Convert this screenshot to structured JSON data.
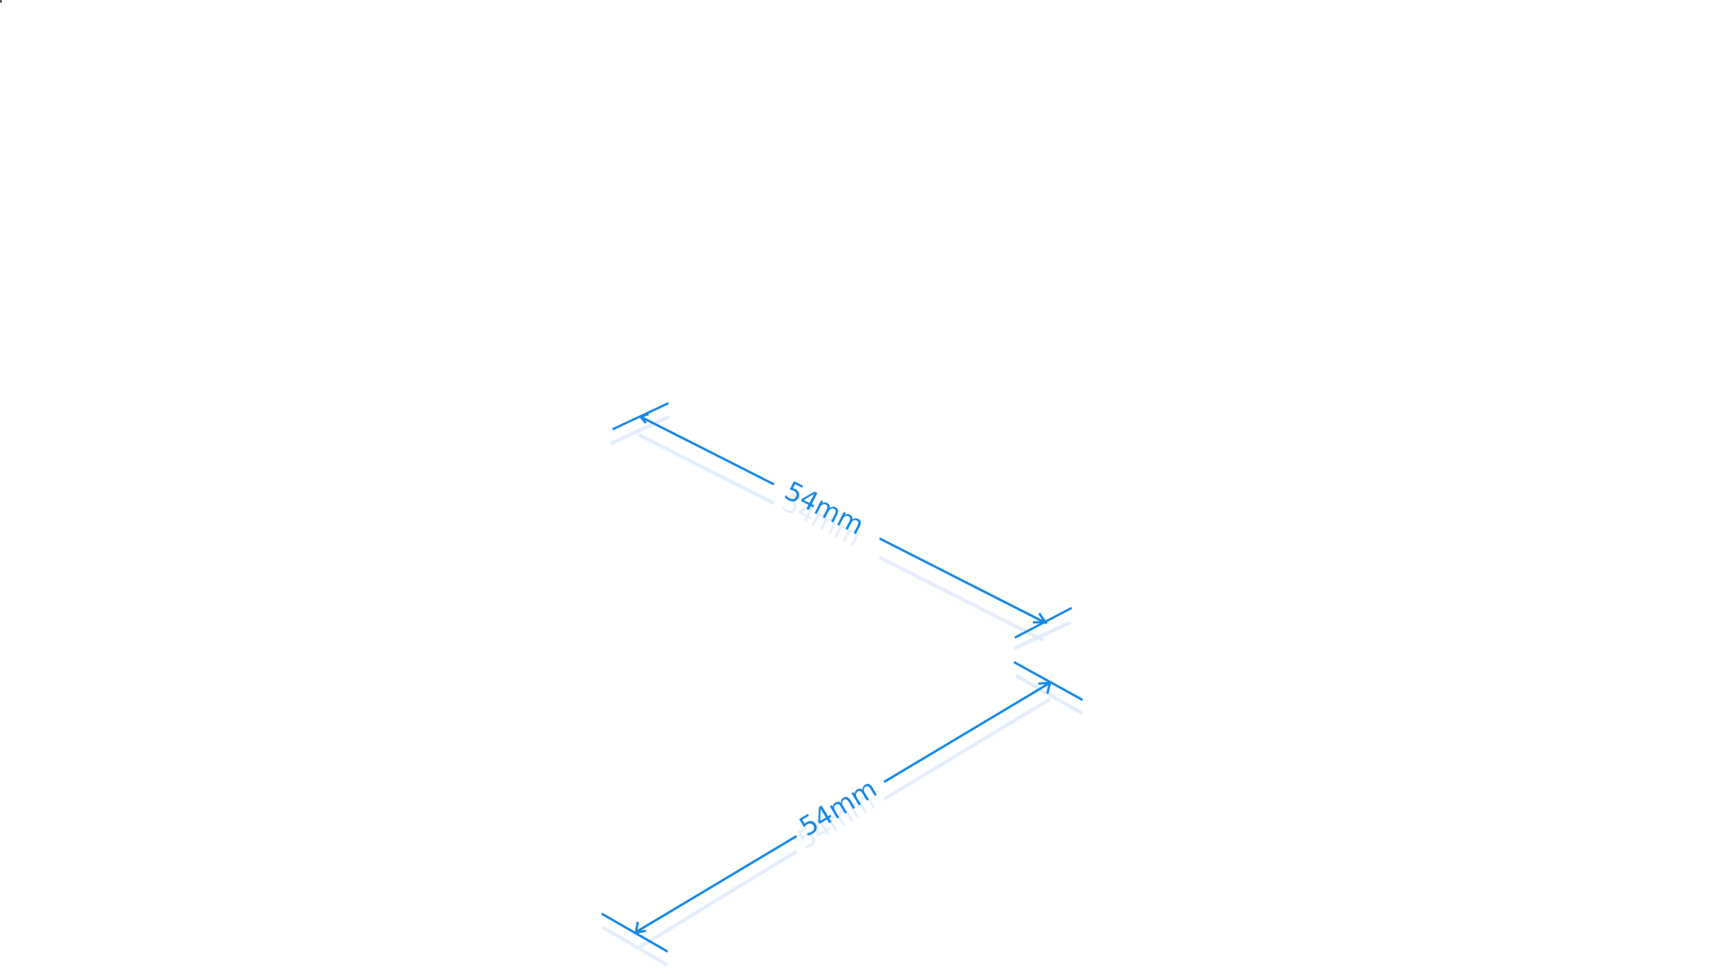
{
  "dimensions": [
    {
      "id": "upper",
      "label": "54mm"
    },
    {
      "id": "lower",
      "label": "54mm"
    }
  ],
  "colors": {
    "line": "#1488e6",
    "shadow": "#e4eefa",
    "background": "#ffffff"
  }
}
